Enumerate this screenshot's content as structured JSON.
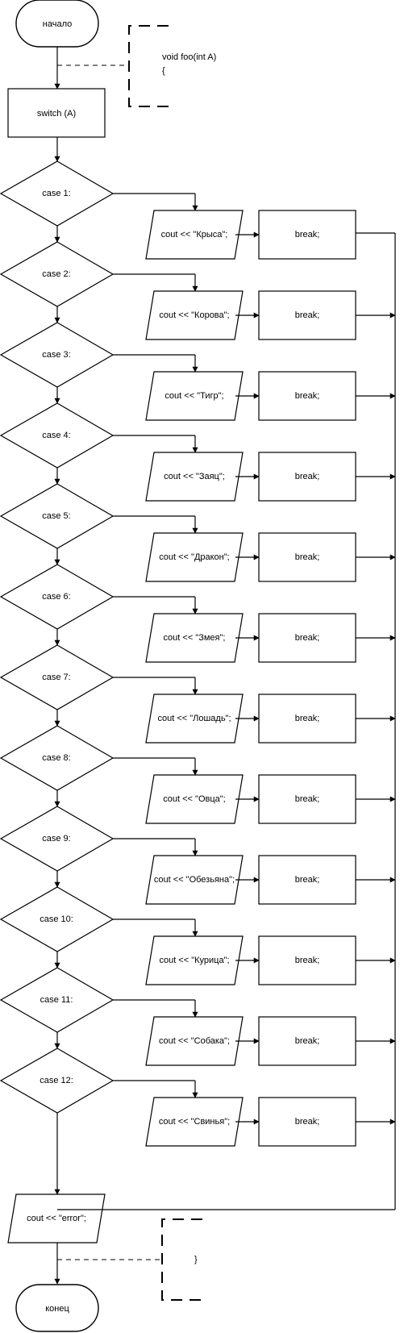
{
  "flowchart": {
    "start_label": "начало",
    "end_label": "конец",
    "comment_open_line1": "void foo(int A)",
    "comment_open_line2": "{",
    "comment_close": "}",
    "switch_label": "switch (A)",
    "default_label": "cout << \"error\";",
    "cases": [
      {
        "condition": "case 1:",
        "output": "cout << \"Крыса\";",
        "break_label": "break;"
      },
      {
        "condition": "case 2:",
        "output": "cout << \"Корова\";",
        "break_label": "break;"
      },
      {
        "condition": "case 3:",
        "output": "cout << \"Тигр\";",
        "break_label": "break;"
      },
      {
        "condition": "case 4:",
        "output": "cout << \"Заяц\";",
        "break_label": "break;"
      },
      {
        "condition": "case 5:",
        "output": "cout << \"Дракон\";",
        "break_label": "break;"
      },
      {
        "condition": "case 6:",
        "output": "cout << \"Змея\";",
        "break_label": "break;"
      },
      {
        "condition": "case 7:",
        "output": "cout << \"Лошадь\";",
        "break_label": "break;"
      },
      {
        "condition": "case 8:",
        "output": "cout << \"Овца\";",
        "break_label": "break;"
      },
      {
        "condition": "case 9:",
        "output": "cout << \"Обезьяна\";",
        "break_label": "break;"
      },
      {
        "condition": "case 10:",
        "output": "cout << \"Курица\";",
        "break_label": "break;"
      },
      {
        "condition": "case 11:",
        "output": "cout << \"Собака\";",
        "break_label": "break;"
      },
      {
        "condition": "case 12:",
        "output": "cout << \"Свинья\";",
        "break_label": "break;"
      }
    ]
  }
}
